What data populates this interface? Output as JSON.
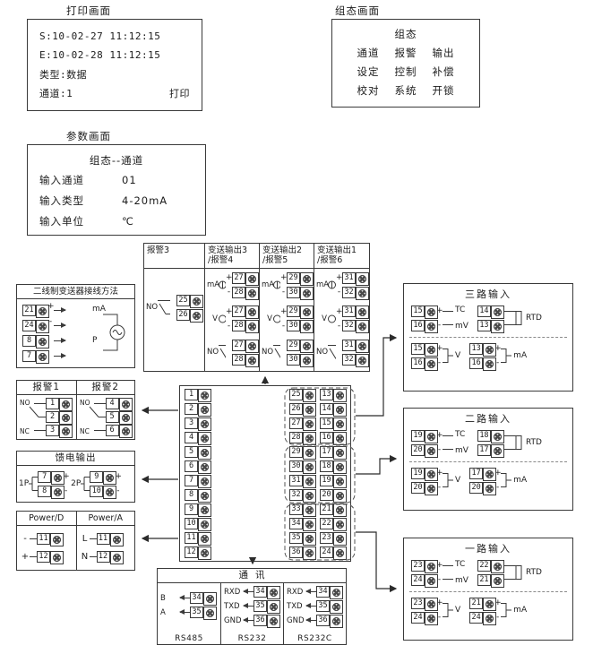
{
  "colors": {
    "line": "#3a3a3a",
    "bg": "#ffffff"
  },
  "screens": {
    "print": {
      "title": "打印画面",
      "lines": [
        "S:10-02-27 11:12:15",
        "E:10-02-28 11:12:15",
        "类型:数据"
      ],
      "channel": "通道:1",
      "action": "打印"
    },
    "config": {
      "title": "组态画面",
      "heading": "组态",
      "rows": [
        [
          "通道",
          "报警",
          "输出"
        ],
        [
          "设定",
          "控制",
          "补偿"
        ],
        [
          "校对",
          "系统",
          "开锁"
        ]
      ]
    },
    "param": {
      "title": "参数画面",
      "heading": "组态--通道",
      "rows": [
        {
          "label": "输入通道",
          "value": "01"
        },
        {
          "label": "输入类型",
          "value": "4-20mA"
        },
        {
          "label": "输入单位",
          "value": "℃"
        }
      ]
    }
  },
  "output_panel": {
    "columns": [
      {
        "header1": "报警3",
        "header2": "",
        "groups": [
          {
            "label": "NO",
            "s1": "",
            "t1": "25",
            "s2": "",
            "t2": "26"
          }
        ]
      },
      {
        "header1": "变送输出3",
        "header2": "/报警4",
        "groups": [
          {
            "label": "mA",
            "s1": "+",
            "t1": "27",
            "s2": "-",
            "t2": "28"
          },
          {
            "label": "V",
            "s1": "+",
            "t1": "27",
            "s2": "-",
            "t2": "28"
          },
          {
            "label": "NO",
            "s1": "",
            "t1": "27",
            "s2": "",
            "t2": "28"
          }
        ]
      },
      {
        "header1": "变送输出2",
        "header2": "/报警5",
        "groups": [
          {
            "label": "mA",
            "s1": "+",
            "t1": "29",
            "s2": "-",
            "t2": "30"
          },
          {
            "label": "V",
            "s1": "+",
            "t1": "29",
            "s2": "-",
            "t2": "30"
          },
          {
            "label": "NO",
            "s1": "",
            "t1": "29",
            "s2": "",
            "t2": "30"
          }
        ]
      },
      {
        "header1": "变送输出1",
        "header2": "/报警6",
        "groups": [
          {
            "label": "mA",
            "s1": "+",
            "t1": "31",
            "s2": "-",
            "t2": "32"
          },
          {
            "label": "V",
            "s1": "+",
            "t1": "31",
            "s2": "-",
            "t2": "32"
          },
          {
            "label": "NO",
            "s1": "",
            "t1": "31",
            "s2": "",
            "t2": "32"
          }
        ]
      }
    ]
  },
  "transmitter": {
    "title": "二线制变送器接线方法",
    "rows": [
      {
        "t": "21",
        "s": "+"
      },
      {
        "t": "24",
        "s": "-"
      },
      {
        "t": "8",
        "s": ""
      },
      {
        "t": "7",
        "s": ""
      }
    ],
    "label_ma": "mA",
    "label_p": "P"
  },
  "alarm12": {
    "cols": [
      {
        "header": "报警1",
        "no": "NO",
        "nc": "NC",
        "t1": "1",
        "t2": "2",
        "t3": "3"
      },
      {
        "header": "报警2",
        "no": "NO",
        "nc": "NC",
        "t1": "4",
        "t2": "5",
        "t3": "6"
      }
    ]
  },
  "feed": {
    "title": "馈电输出",
    "groups": [
      {
        "label": "1P",
        "t1": "7",
        "s1": "+",
        "t2": "8",
        "s2": "-"
      },
      {
        "label": "2P",
        "t1": "9",
        "s1": "+",
        "t2": "10",
        "s2": "-"
      }
    ]
  },
  "power": {
    "cols": [
      {
        "header": "Power/D",
        "r1l": "-",
        "r1t": "11",
        "r2l": "+",
        "r2t": "12"
      },
      {
        "header": "Power/A",
        "r1l": "L",
        "r1t": "11",
        "r2l": "N",
        "r2t": "12"
      }
    ]
  },
  "terminal_block": {
    "left": [
      "1",
      "2",
      "3",
      "4",
      "5",
      "6",
      "7",
      "8",
      "9",
      "10",
      "11",
      "12"
    ],
    "right_outer": [
      "25",
      "26",
      "27",
      "28",
      "29",
      "30",
      "31",
      "32",
      "33",
      "34",
      "35",
      "36"
    ],
    "right_inner": [
      "13",
      "14",
      "15",
      "16",
      "17",
      "18",
      "19",
      "20",
      "21",
      "22",
      "23",
      "24"
    ]
  },
  "input_boxes": [
    {
      "title": "三路输入",
      "tc": {
        "t1": "15",
        "s1": "+",
        "t2": "16",
        "s2": "-",
        "l1": "TC",
        "l2": "mV"
      },
      "rtd": {
        "t1": "14",
        "t2": "13",
        "label": "RTD"
      },
      "v": {
        "t1": "15",
        "s1": "+",
        "t2": "16",
        "s2": "-",
        "label": "V"
      },
      "ma": {
        "t1": "13",
        "s1": "+",
        "t2": "16",
        "s2": "-",
        "label": "mA"
      }
    },
    {
      "title": "二路输入",
      "tc": {
        "t1": "19",
        "s1": "+",
        "t2": "20",
        "s2": "-",
        "l1": "TC",
        "l2": "mV"
      },
      "rtd": {
        "t1": "18",
        "t2": "17",
        "label": "RTD"
      },
      "v": {
        "t1": "19",
        "s1": "+",
        "t2": "20",
        "s2": "-",
        "label": "V"
      },
      "ma": {
        "t1": "17",
        "s1": "+",
        "t2": "20",
        "s2": "-",
        "label": "mA"
      }
    },
    {
      "title": "一路输入",
      "tc": {
        "t1": "23",
        "s1": "+",
        "t2": "24",
        "s2": "-",
        "l1": "TC",
        "l2": "mV"
      },
      "rtd": {
        "t1": "22",
        "t2": "21",
        "label": "RTD"
      },
      "v": {
        "t1": "23",
        "s1": "+",
        "t2": "24",
        "s2": "-",
        "label": "V"
      },
      "ma": {
        "t1": "21",
        "s1": "+",
        "t2": "24",
        "s2": "-",
        "label": "mA"
      }
    }
  ],
  "comm": {
    "title": "通讯",
    "sections": [
      {
        "name": "RS485",
        "rows": [
          {
            "sig": "B",
            "t": "34"
          },
          {
            "sig": "A",
            "t": "35"
          }
        ]
      },
      {
        "name": "RS232",
        "rows": [
          {
            "sig": "RXD",
            "t": "34"
          },
          {
            "sig": "TXD",
            "t": "35"
          },
          {
            "sig": "GND",
            "t": "36"
          }
        ]
      },
      {
        "name": "RS232C",
        "rows": [
          {
            "sig": "RXD",
            "t": "34"
          },
          {
            "sig": "TXD",
            "t": "35"
          },
          {
            "sig": "GND",
            "t": "36"
          }
        ]
      }
    ]
  }
}
